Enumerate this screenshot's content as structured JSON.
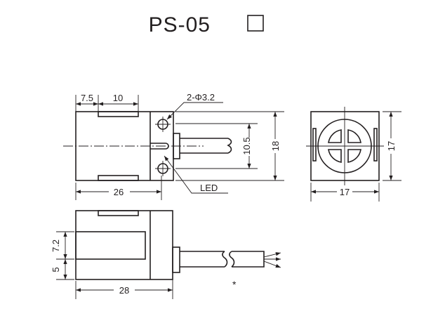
{
  "title": "PS-05",
  "title_suffix_box": "□",
  "top_view": {
    "dim_7_5": "7.5",
    "dim_10": "10",
    "holes": "2-Φ3.2",
    "dim_10_5": "10.5",
    "dim_18": "18",
    "dim_26": "26",
    "led": "LED"
  },
  "end_view": {
    "width": "17",
    "height": "17"
  },
  "side_view": {
    "dim_7_2": "7.2",
    "dim_5": "5",
    "dim_28": "28",
    "note": "*"
  },
  "colors": {
    "line": "#231f20",
    "background": "#ffffff"
  }
}
